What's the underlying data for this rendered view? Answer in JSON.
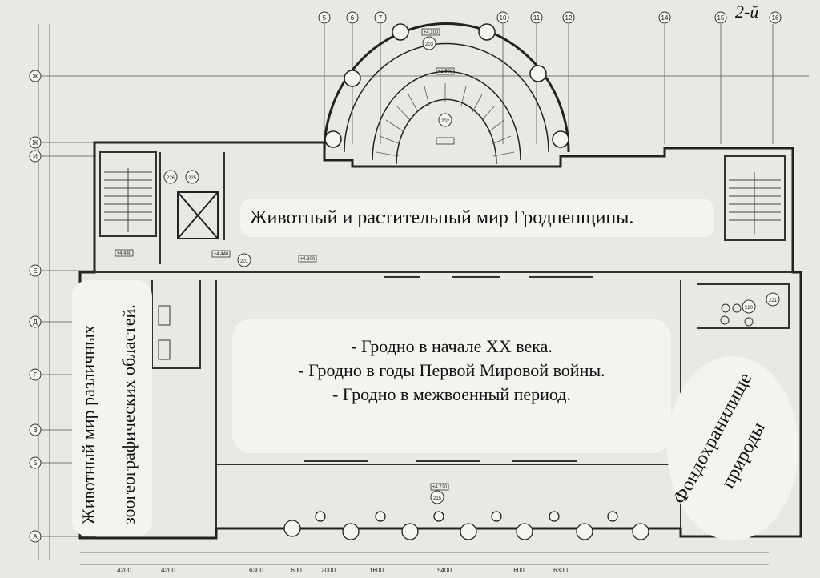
{
  "handwritten_mark": "2-й",
  "labels": {
    "top_hall": "Животный и растительный мир Гродненщины.",
    "central_hall": [
      "- Гродно в начале XX века.",
      "- Гродно в годы Первой Мировой войны.",
      "- Гродно в межвоенный период."
    ],
    "left_hall_line1": "Животный мир различных",
    "left_hall_line2": "зоогеографических областей.",
    "right_room_line1": "Фондохранилище",
    "right_room_line2": "природы"
  },
  "grid_axes": {
    "top": [
      "5",
      "6",
      "7",
      "10",
      "11",
      "12",
      "14",
      "15",
      "16"
    ],
    "left": [
      "Ж",
      "Ж",
      "И",
      "Е",
      "Д",
      "Г",
      "В",
      "Б",
      "А"
    ]
  },
  "room_numbers": [
    "226",
    "225",
    "201",
    "202",
    "203",
    "215",
    "221",
    "220"
  ],
  "elevations": [
    "+4.100",
    "+1.500",
    "+4.440",
    "+4.440",
    "+4.300",
    "+4.720"
  ],
  "dimensions_bottom": [
    "4200",
    "4200",
    "6300",
    "600",
    "2000",
    "1600",
    "5400",
    "600",
    "6300"
  ]
}
